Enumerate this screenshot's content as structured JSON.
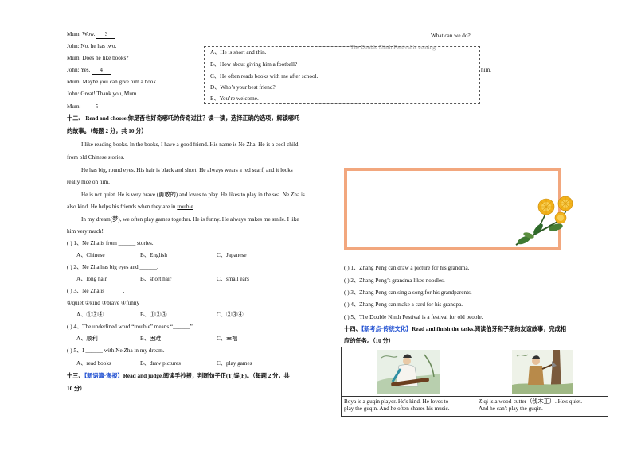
{
  "dialog": {
    "line1": {
      "speaker": "Mum:",
      "text": "Wow.",
      "blank": "3"
    },
    "line2": "John: No, he has two.",
    "line3": "Mum: Does he like books?",
    "line4": {
      "speaker": "John:",
      "text": "Yes.",
      "blank": "4"
    },
    "line5": "Mum: Maybe you can give him a book.",
    "line6": "John: Great! Thank you, Mum.",
    "line7": {
      "speaker": "Mum:",
      "blank": "5"
    }
  },
  "options_box": {
    "a": "A、He is short and thin.",
    "b": "B、How about giving him a football?",
    "c": "C、He often reads books with me after school.",
    "d": "D、Who’s your best friend?",
    "e": "E、You’re welcome."
  },
  "right_top": {
    "heading": "What can we do?",
    "partial": "The Double Ninth Festival is coming",
    "tail": "him."
  },
  "section12": {
    "title_a": "十二、 Read and choose.你是否也好奇哪吒的传奇过往？读一读，选择正确的选项，解锁哪吒",
    "title_b": "的故事。（每题 2 分，共 10 分）",
    "p1a": "I like reading books. In the books, I have a good friend. His name is Ne Zha. He is a cool child",
    "p1b": "from old Chinese stories.",
    "p2a": "He has big, round eyes. His hair is black and short. He always wears a red scarf, and it looks",
    "p2b": "really nice on him.",
    "p3a": "He is not quiet. He is very brave (勇敢的) and loves to play. He likes to play in the sea. Ne Zha is",
    "p3b_pre": "also kind. He helps his friends when they are in",
    "p3b_word": "trouble",
    "p3b_post": ".",
    "p4a": "In my dream(梦), we often play games together. He is funny. He always makes me smile. I like",
    "p4b": "him very much!",
    "q1": "(        ) 1、Ne Zha is from ______ stories.",
    "q1a": "A、Chinese",
    "q1b": "B、English",
    "q1c": "C、Japanese",
    "q2": "(        ) 2、Ne Zha has big eyes and ______.",
    "q2a": "A、long hair",
    "q2b": "B、short hair",
    "q2c": "C、small ears",
    "q3": "(        ) 3、Ne Zha is ______.",
    "q3list": "①quiet ②kind ③brave ④funny",
    "q3a": "A、①③④",
    "q3b": "B、①②③",
    "q3c": "C、②③④",
    "q4": "(        ) 4、The underlined word “trouble” means “______”.",
    "q4a": "A、顺利",
    "q4b": "B、困难",
    "q4c": "C、幸福",
    "q5": "(        ) 5、I ______ with Ne Zha in my dream.",
    "q5a": "A、read books",
    "q5b": "B、draw pictures",
    "q5c": "C、play games"
  },
  "section13": {
    "num": "十三、",
    "tag": "【新语篇·海报】",
    "title_rest": "Read and judge.阅读手抄报，判断句子正(T)误(F)。（每题 2 分，共",
    "title_b": "10 分）"
  },
  "judge": {
    "s1": "(        ) 1、Zhang  Peng  can draw a picture for his grandma.",
    "s2": "(        ) 2、Zhang  Peng’s grandma likes noodles.",
    "s3": "(        ) 3、Zhang  Peng  can sing a song for his grandparents.",
    "s4": "(        ) 4、Zhang  Peng  can make a card for his grandpa.",
    "s5": "(        ) 5、The Double Ninth Festival is a festival for old people."
  },
  "section14": {
    "num": "十四、",
    "tag": "【新考点·传统文化】",
    "title_rest": "Read and finish the tasks.阅读伯牙和子期的友谊故事，完成相",
    "title_b": "应的任务。（10 分）",
    "boya_a": "Boya is a guqin player. He's kind. He loves to",
    "boya_b": "play the guqin. And he often shares his music.",
    "ziqi_a": "Ziqi is a wood-cutter（伐木工）. He's quiet.",
    "ziqi_b": "And he can't play the guqin."
  },
  "colors": {
    "accent_blue": "#1f4fd1",
    "frame_orange": "#f2a77e",
    "flower_yellow": "#f2b21c"
  }
}
